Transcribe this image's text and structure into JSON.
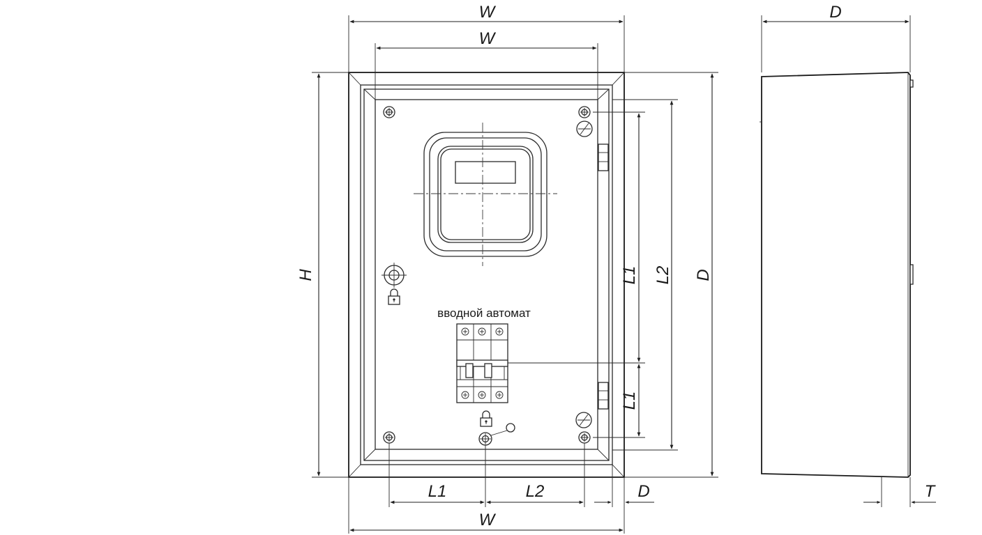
{
  "dimensions": {
    "top_outer_width": "W",
    "top_inner_width": "W",
    "bottom_width": "W",
    "height": "H",
    "mount_spacing_vertical": "L1",
    "mount_spacing_vertical_lower": "L1",
    "mount_spacing_vertical_total": "L2",
    "right_height": "D",
    "bottom_left_spacing": "L1",
    "bottom_right_spacing": "L2",
    "bottom_offset": "D",
    "side_depth": "D",
    "side_thickness": "T"
  },
  "labels": {
    "breaker": "вводной автомат"
  },
  "icons": {
    "lock_upper": "padlock-icon",
    "lock_lower": "padlock-icon",
    "ground_upper": "ground-symbol-icon",
    "ground_lower": "ground-symbol-icon"
  },
  "colors": {
    "line": "#2a2a2a",
    "background": "#ffffff"
  }
}
